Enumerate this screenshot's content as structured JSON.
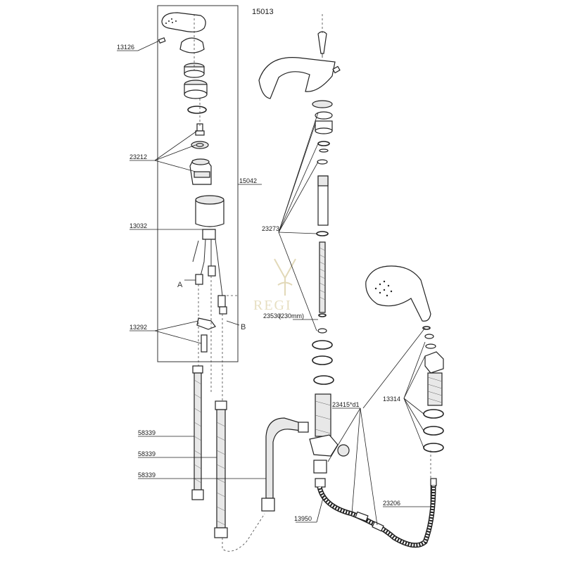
{
  "diagram": {
    "set_number": "15013",
    "part_labels": {
      "p13126": "13126",
      "p23212": "23212",
      "p15042": "15042",
      "p13032": "13032",
      "p13292": "13292",
      "p58339a": "58339",
      "p58339b": "58339",
      "p58339c": "58339",
      "p23273": "23273",
      "p23530": "23530",
      "p23530_note": "(230mm)",
      "p23415": "23415*d1",
      "p13314": "13314",
      "p23206": "23206",
      "p13950": "13950"
    },
    "connection_marks": {
      "a": "A",
      "b": "B"
    },
    "watermark": "REGI"
  }
}
